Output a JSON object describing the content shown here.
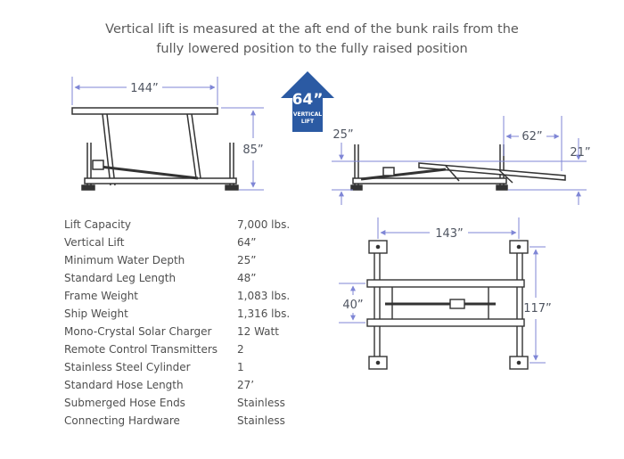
{
  "caption": {
    "line1": "Vertical lift is measured at the aft end of the bunk rails from the",
    "line2": "fully lowered position to the fully raised position"
  },
  "side_view": {
    "width_label": "144”",
    "height_label": "85”"
  },
  "badge": {
    "value": "64”",
    "line1": "VERTICAL",
    "line2": "LIFT"
  },
  "lowered_view": {
    "depth_label": "25”",
    "rail_label": "62”",
    "rise_label": "21”"
  },
  "top_view": {
    "width_label": "143”",
    "bunk_spacing_label": "40”",
    "length_label": "117”"
  },
  "specs": [
    {
      "label": "Lift Capacity",
      "value": "7,000 lbs."
    },
    {
      "label": "Vertical Lift",
      "value": "64”"
    },
    {
      "label": "Minimum Water Depth",
      "value": "25”"
    },
    {
      "label": "Standard Leg Length",
      "value": "48”"
    },
    {
      "label": "Frame Weight",
      "value": "1,083 lbs."
    },
    {
      "label": "Ship Weight",
      "value": "1,316 lbs."
    },
    {
      "label": "Mono-Crystal Solar Charger",
      "value": "12 Watt"
    },
    {
      "label": "Remote Control Transmitters",
      "value": "2"
    },
    {
      "label": "Stainless Steel Cylinder",
      "value": "1"
    },
    {
      "label": "Standard Hose Length",
      "value": "27’"
    },
    {
      "label": "Submerged Hose Ends",
      "value": "Stainless"
    },
    {
      "label": "Connecting Hardware",
      "value": "Stainless"
    }
  ],
  "colors": {
    "dimension": "#7f86d6",
    "badge": "#2b5aa3",
    "line": "#333333"
  }
}
